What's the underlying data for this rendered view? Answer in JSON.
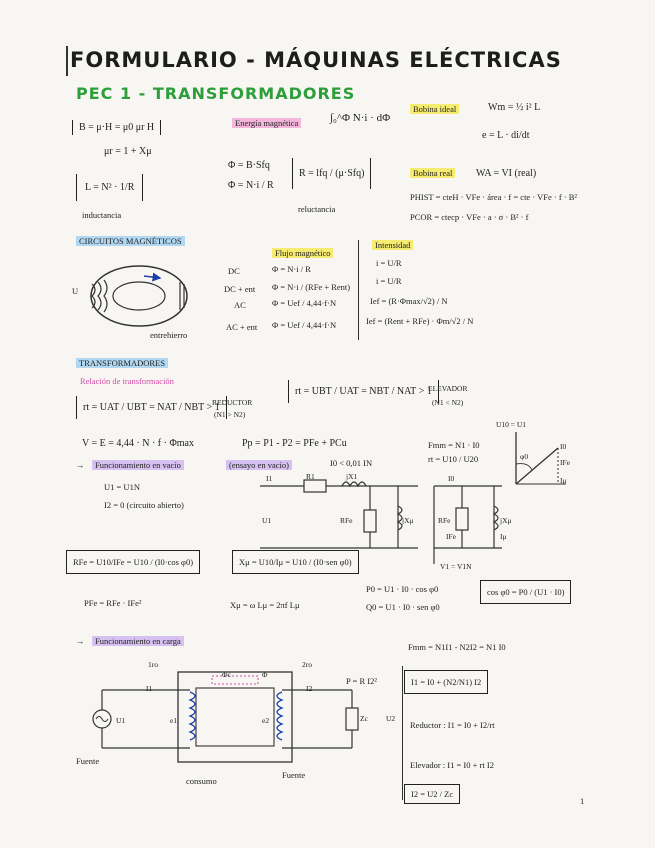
{
  "header": {
    "title": "FORMULARIO - MÁQUINAS ELÉCTRICAS",
    "subtitle": "PEC 1 - TRANSFORMADORES"
  },
  "magnetics": {
    "b_eq": "B = μ·H = μ0 μr H",
    "mu_r": "μr = 1 + Xμ",
    "L_eq": "L = N² · 1/R",
    "inductance_note": "inductancia",
    "energy_label": "Energía magnética",
    "energy_eq": "∫₀^Φ N·i · dΦ",
    "phi1": "Φ = B·Sfq",
    "phi2": "Φ = N·i / R",
    "reluct_eq": "R = lfq / (μ·Sfq)",
    "reluct_note": "reluctancia",
    "ideal_label": "Bobina ideal",
    "ideal_eq": "Wm = ½ i² L",
    "e_eq": "e = L · di/dt",
    "real_label": "Bobina real",
    "real_eq": "WA = VI (real)",
    "phist": "PHIST = cteH · VFe · área · f = cte · VFe · f · B²",
    "pcor": "PCOR = ctecp · VFe · a · σ · B² · f"
  },
  "circuits": {
    "heading": "CIRCUITOS MAGNÉTICOS",
    "flux_header": "Flujo magnético",
    "current_header": "Intensidad",
    "rows": [
      {
        "label": "DC",
        "flux": "Φ = N·i / R",
        "current": "i = U/R"
      },
      {
        "label": "DC + ent",
        "flux": "Φ = N·i / (RFe + Rent)",
        "current": "i = U/R"
      },
      {
        "label": "AC",
        "flux": "Φ = Uef / 4,44·f·N",
        "current": "Ief = (R·Φmax/√2) / N"
      },
      {
        "label": "AC + ent",
        "flux": "Φ = Uef / 4,44·f·N",
        "current": "Ief = (Rent + RFe) · Φm/√2 / N"
      }
    ],
    "gap_note": "entrehierro",
    "voltage_label": "U"
  },
  "transformers": {
    "heading": "TRANSFORMADORES",
    "ratio_label": "Relación de transformación",
    "rt_reductor": "rt = UAT / UBT = NAT / NBT > 1",
    "reductor_label": "REDUCTOR",
    "reductor_sub": "(N1 > N2)",
    "rt_elevador": "rt = UBT / UAT = NBT / NAT > 1",
    "elevador_label": "ELEVADOR",
    "elevador_sub": "(N1 < N2)",
    "u_eq": "V = E = 4,44 · N · f · Φmax",
    "p_eq": "Pp = P1 - P2 = PFe + PCu",
    "fmm": "Fmm = N1 · I0",
    "rt_vacio": "rt = U10 / U20",
    "phasor_u": "U10 = U1",
    "phasor_io": "I0",
    "phasor_ife": "IFe",
    "phasor_imu": "Iμ",
    "phasor_phi": "φ0"
  },
  "vacio": {
    "heading": "Funcionamiento en vacío",
    "ensayo": "(ensayo en vacío)",
    "cond": "I0 < 0,01 IN",
    "u1": "U1 = U1N",
    "i2": "I2 = 0  (circuito abierto)",
    "rfe_eq": "RFe = U10/IFe = U10 / (I0·cos φ0)",
    "xmu_eq": "Xμ = U10/Iμ = U10 / (I0·sen φ0)",
    "pfe": "PFe = RFe · IFe²",
    "xmu_w": "Xμ = ω Lμ = 2πf Lμ",
    "p0": "P0 = U1 · I0 · cos φ0",
    "q0": "Q0 = U1 · I0 · sen φ0",
    "cos_eq": "cos φ0 = P0 / (U1 · I0)",
    "label_i1": "I1",
    "label_r1": "R1",
    "label_jx1": "jX1",
    "label_io": "I0",
    "label_u1": "U1",
    "label_rfe": "RFe",
    "label_jxmu": "jXμ",
    "label_ife": "IFe",
    "label_imu": "Iμ",
    "label_vn": "V1 = V1N"
  },
  "carga": {
    "heading": "Funcionamiento en carga",
    "fmm": "Fmm = N1I1 - N2I2 = N1 I0",
    "i1_eq": "I1 = I0 + (N2/N1) I2",
    "reductor_eq": "Reductor : I1 = I0 + I2/rt",
    "elevador_eq": "Elevador : I1 = I0 + rt I2",
    "i2_eq": "I2 = U2 / Zc",
    "p_eq": "P = R I2²",
    "fuente": "Fuente",
    "consumo": "consumo",
    "fuente2": "Fuente",
    "label_1ro": "1ro",
    "label_2ro": "2ro",
    "label_phic": "Φc",
    "label_phi": "Φ",
    "label_i2": "I2",
    "label_zc": "Zc",
    "label_u2": "U2",
    "label_u1": "U1",
    "label_e1": "e1",
    "label_e2": "e2",
    "label_i1": "I1"
  },
  "page_number": "1"
}
